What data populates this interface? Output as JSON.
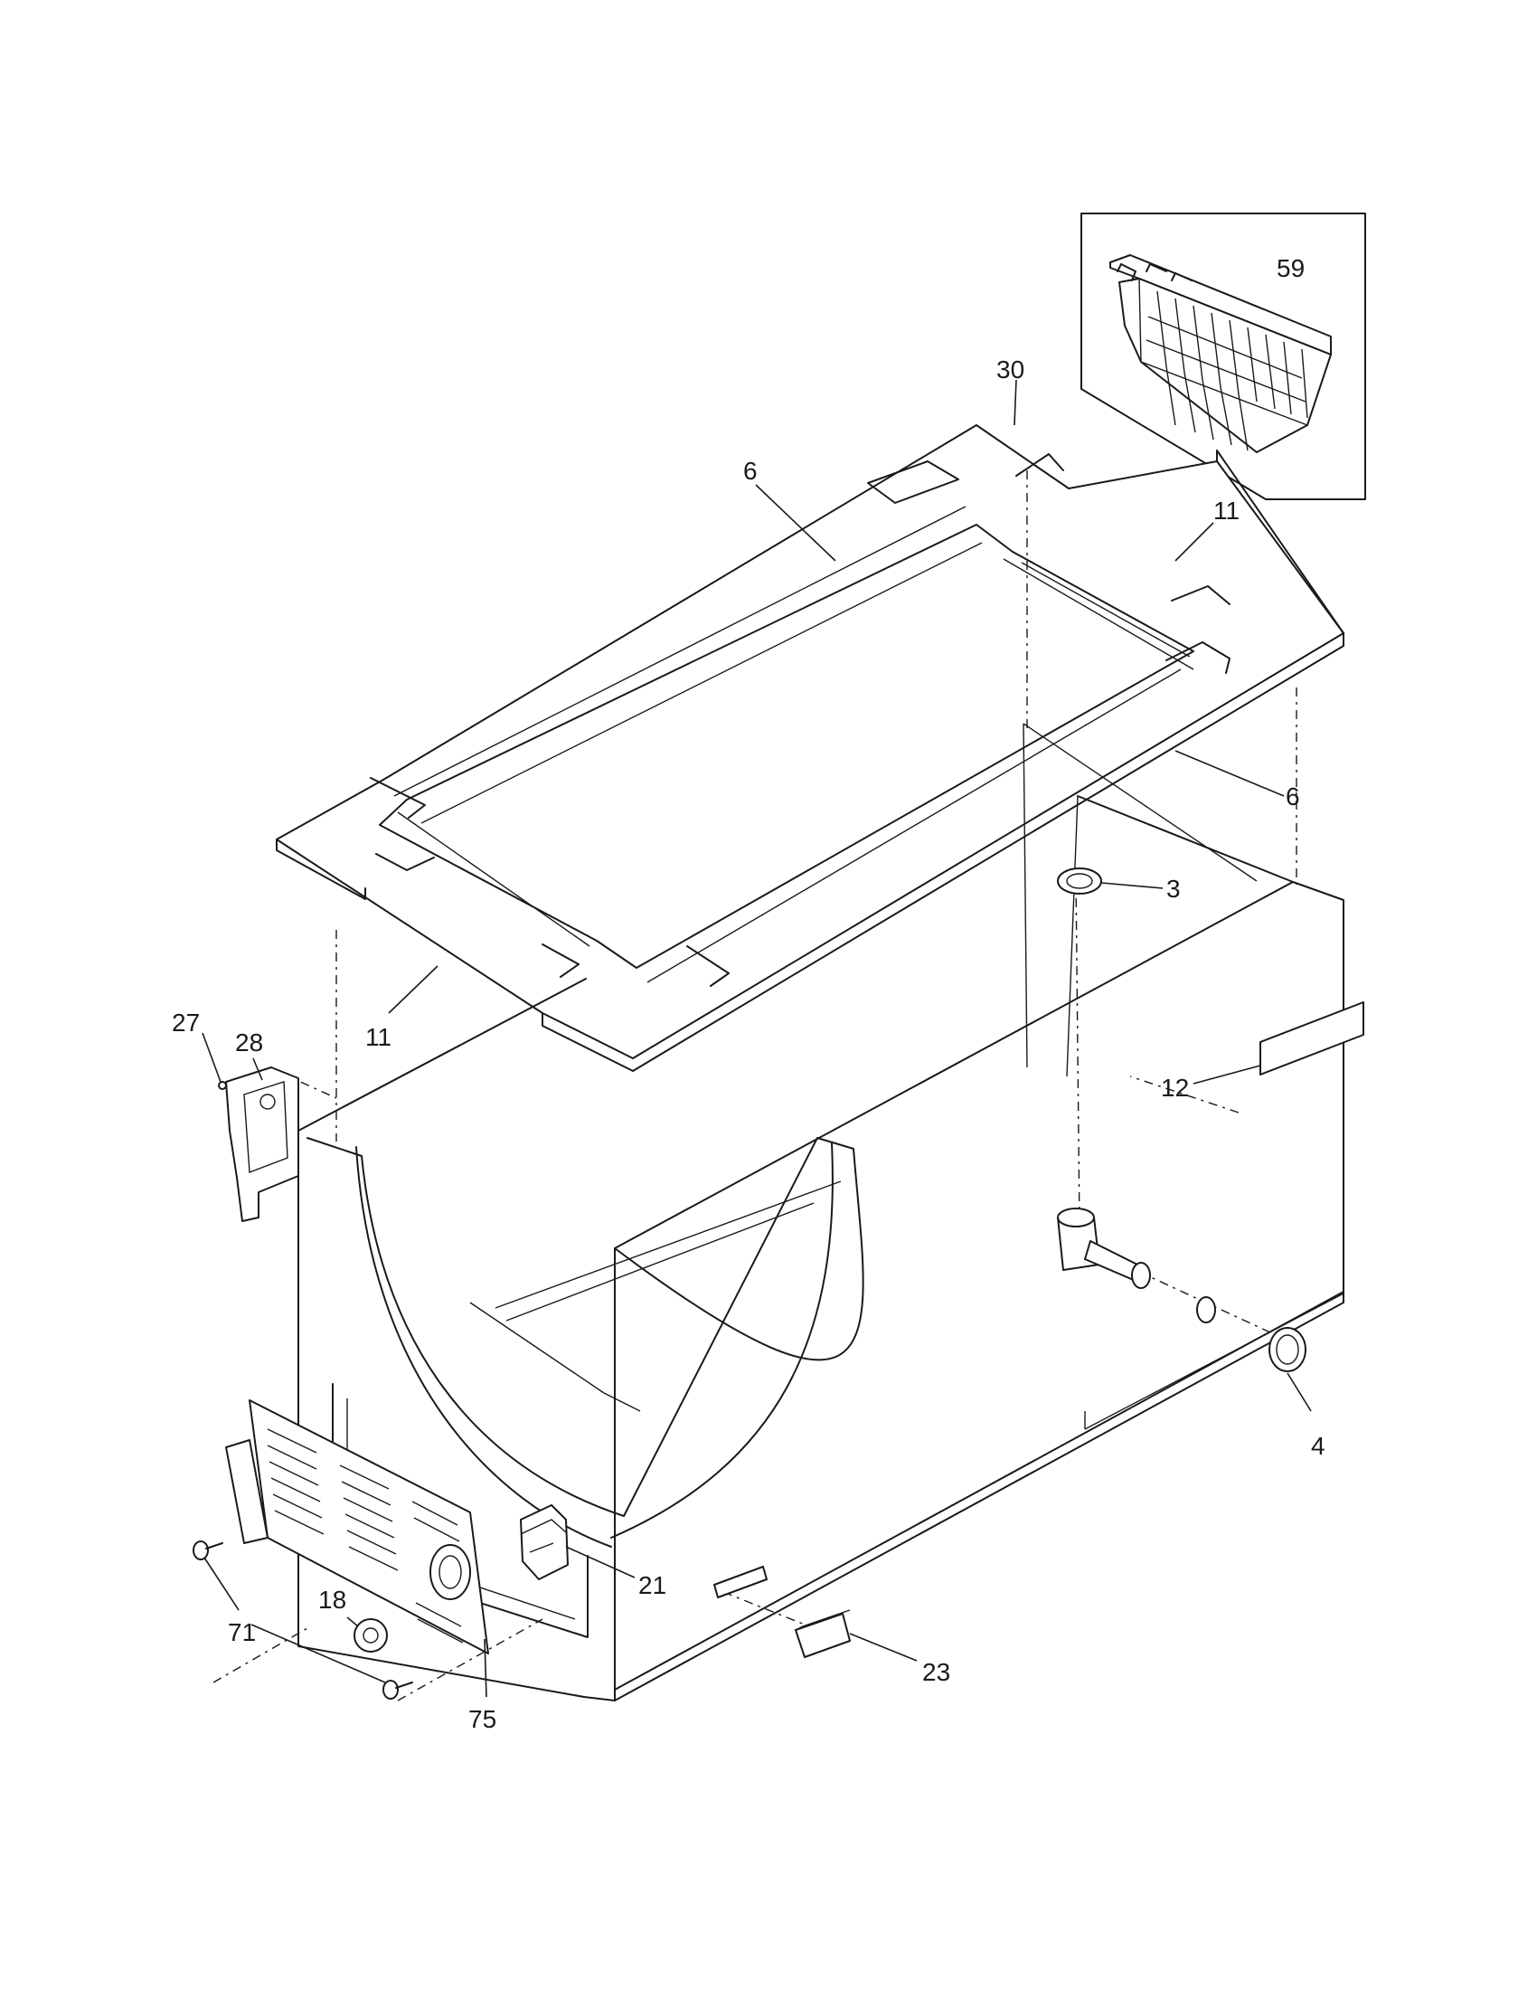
{
  "callouts": {
    "c59": "59",
    "c30": "30",
    "c6_top": "6",
    "c11_right": "11",
    "c6_right": "6",
    "c3": "3",
    "c27": "27",
    "c28": "28",
    "c11_left": "11",
    "c12": "12",
    "c4": "4",
    "c21": "21",
    "c18": "18",
    "c71": "71",
    "c75": "75",
    "c23": "23"
  }
}
